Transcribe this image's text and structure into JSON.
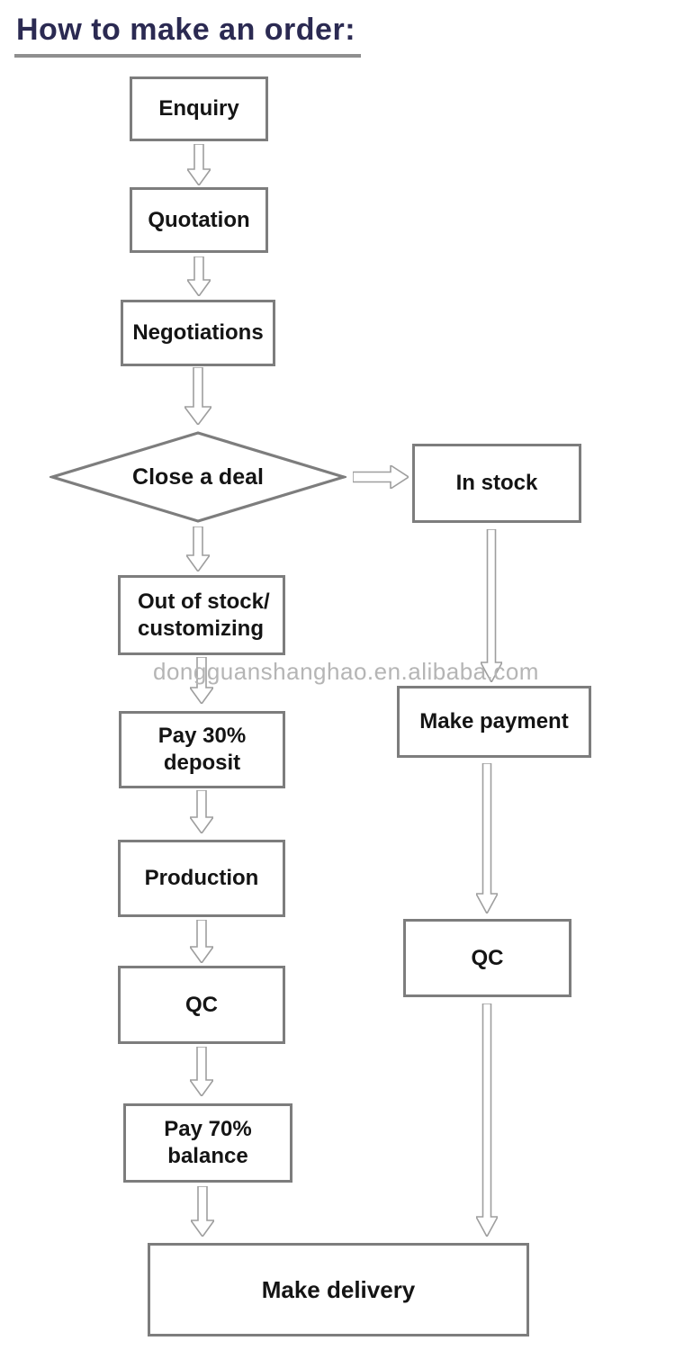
{
  "page": {
    "title": "How to make an order:"
  },
  "watermark": "dongguanshanghao.en.alibaba.com",
  "colors": {
    "title_text": "#2b2a52",
    "title_underline": "#8f8f8f",
    "box_border": "#7d7d7d",
    "box_text": "#141414",
    "arrow_outline": "#9e9e9e",
    "watermark_text": "#b5b5b5",
    "background": "#ffffff"
  },
  "flowchart": {
    "nodes": {
      "enquiry": {
        "label": "Enquiry",
        "shape": "rect"
      },
      "quotation": {
        "label": "Quotation",
        "shape": "rect"
      },
      "negotiations": {
        "label": "Negotiations",
        "shape": "rect"
      },
      "close_deal": {
        "label": "Close a deal",
        "shape": "diamond"
      },
      "in_stock": {
        "label": "In stock",
        "shape": "rect"
      },
      "out_of_stock": {
        "label": "Out of stock/\ncustomizing",
        "shape": "rect"
      },
      "pay_30_deposit": {
        "label": "Pay 30%\ndeposit",
        "shape": "rect"
      },
      "production": {
        "label": "Production",
        "shape": "rect"
      },
      "qc_left": {
        "label": "QC",
        "shape": "rect"
      },
      "pay_70_balance": {
        "label": "Pay 70%\nbalance",
        "shape": "rect"
      },
      "make_payment": {
        "label": "Make payment",
        "shape": "rect"
      },
      "qc_right": {
        "label": "QC",
        "shape": "rect"
      },
      "make_delivery": {
        "label": "Make delivery",
        "shape": "rect"
      }
    },
    "edges": [
      {
        "from": "enquiry",
        "to": "quotation"
      },
      {
        "from": "quotation",
        "to": "negotiations"
      },
      {
        "from": "negotiations",
        "to": "close_deal"
      },
      {
        "from": "close_deal",
        "to": "in_stock"
      },
      {
        "from": "close_deal",
        "to": "out_of_stock"
      },
      {
        "from": "out_of_stock",
        "to": "pay_30_deposit"
      },
      {
        "from": "pay_30_deposit",
        "to": "production"
      },
      {
        "from": "production",
        "to": "qc_left"
      },
      {
        "from": "qc_left",
        "to": "pay_70_balance"
      },
      {
        "from": "pay_70_balance",
        "to": "make_delivery"
      },
      {
        "from": "in_stock",
        "to": "make_payment"
      },
      {
        "from": "make_payment",
        "to": "qc_right"
      },
      {
        "from": "qc_right",
        "to": "make_delivery"
      }
    ]
  }
}
